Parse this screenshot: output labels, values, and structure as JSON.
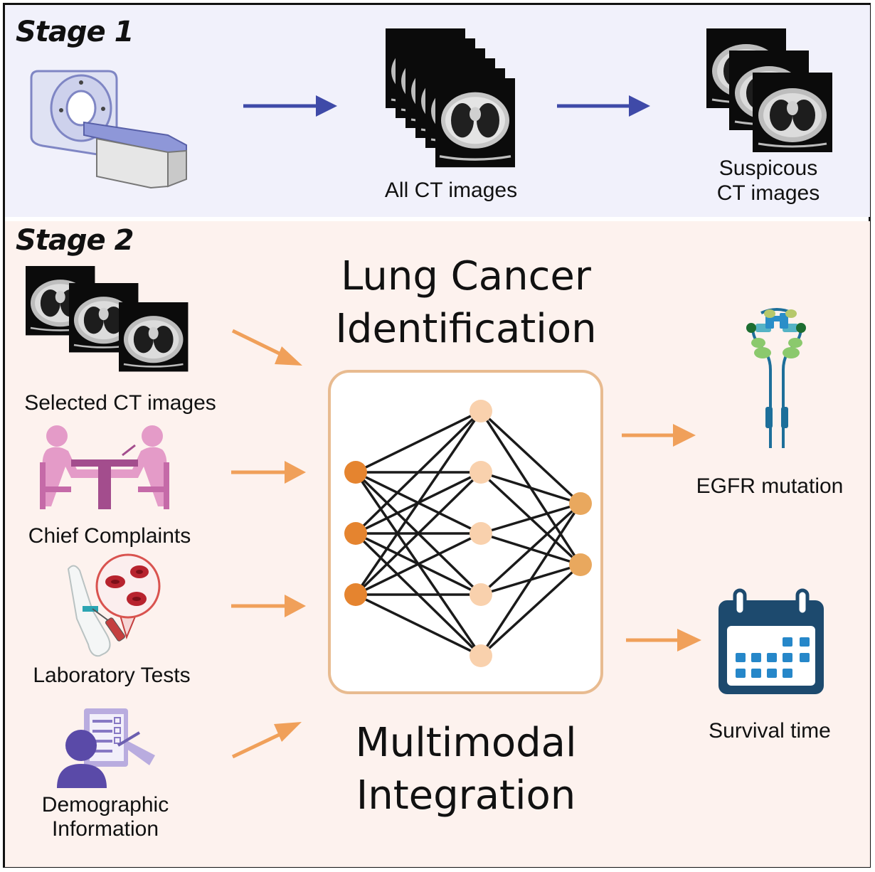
{
  "stage1": {
    "title": "Stage 1",
    "all_ct_label": "All CT images",
    "suspicious_line1": "Suspicous",
    "suspicious_line2": "CT images"
  },
  "stage2": {
    "title": "Stage 2",
    "inputs": {
      "ct": "Selected CT images",
      "complaints": "Chief Complaints",
      "lab": "Laboratory Tests",
      "demo_line1": "Demographic",
      "demo_line2": "Information"
    },
    "heading_line1": "Lung Cancer",
    "heading_line2": "Identification",
    "footer_line1": "Multimodal",
    "footer_line2": "Integration",
    "outputs": {
      "egfr": "EGFR mutation",
      "survival": "Survival time"
    }
  },
  "colors": {
    "stage1_bg": "#f1f1fb",
    "stage2_bg": "#fdf2ee",
    "blue_arrow": "#3f4aa8",
    "orange_arrow": "#f0a05a",
    "input_node": "#e5842f",
    "hidden_node": "#f9d1ad",
    "output_node": "#e9a85e",
    "calendar": "#1d4a6e"
  },
  "icons": [
    "ct-scanner-icon",
    "ct-stack-icon",
    "patient-doctor-icon",
    "blood-test-icon",
    "demographic-form-icon",
    "egfr-receptor-icon",
    "calendar-icon"
  ]
}
